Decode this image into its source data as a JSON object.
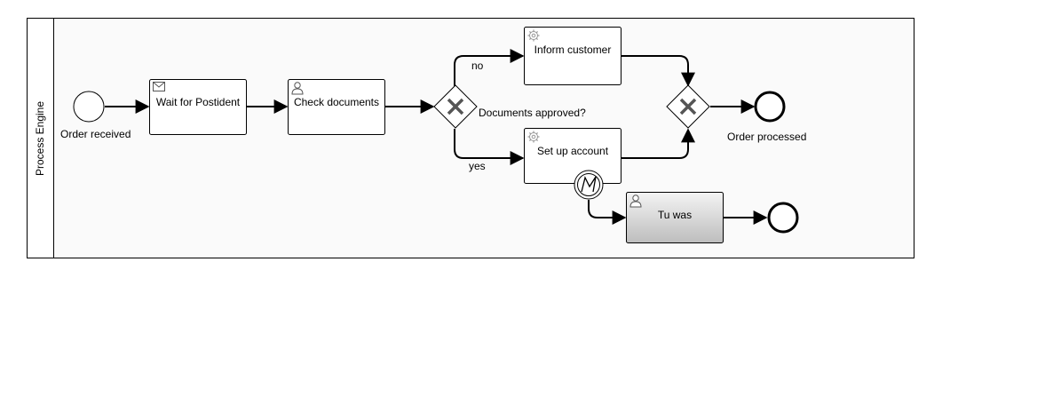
{
  "pool": {
    "label": "Process Engine"
  },
  "events": {
    "start": {
      "label": "Order received"
    },
    "end_main": {
      "label": "Order processed"
    },
    "end_secondary": {
      "label": ""
    }
  },
  "tasks": {
    "wait": {
      "label": "Wait for Postident",
      "kind": "receive-task",
      "icon": "envelope-icon"
    },
    "check": {
      "label": "Check documents",
      "kind": "user-task",
      "icon": "user-icon"
    },
    "inform": {
      "label": "Inform customer",
      "kind": "service-task",
      "icon": "gear-icon"
    },
    "setup": {
      "label": "Set up account",
      "kind": "service-task",
      "icon": "gear-icon"
    },
    "tuwas": {
      "label": "Tu was",
      "kind": "user-task",
      "icon": "user-icon",
      "highlighted": true
    }
  },
  "gateways": {
    "split": {
      "label": "Documents approved?",
      "type": "exclusive"
    },
    "join": {
      "label": "",
      "type": "exclusive"
    }
  },
  "flows": {
    "no": {
      "label": "no"
    },
    "yes": {
      "label": "yes"
    }
  },
  "boundary_event": {
    "type": "error",
    "icon": "error-icon"
  }
}
